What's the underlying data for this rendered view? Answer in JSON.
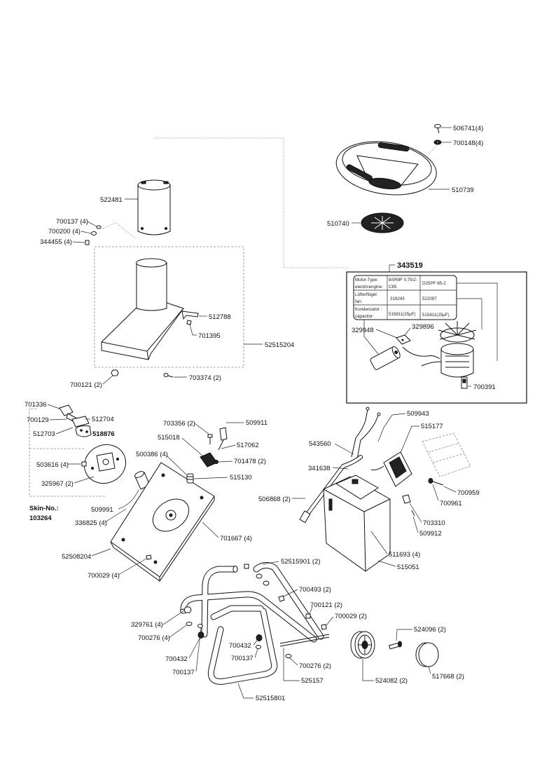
{
  "callouts": [
    "506741(4)",
    "700148(4)",
    "522481",
    "510739",
    "700137 (4)",
    "700200 (4)",
    "344455 (4)",
    "510740",
    "512788",
    "701395",
    "52515204",
    "700121 (2)",
    "703374 (2)",
    "329948",
    "329896",
    "700391",
    "701336",
    "700129",
    "512704",
    "512703",
    "703356 (2)",
    "509911",
    "515018",
    "517062",
    "500386 (4)",
    "701478 (2)",
    "503616 (4)",
    "515130",
    "325967 (2)",
    "509991",
    "336825 (4)",
    "701667 (4)",
    "52508204",
    "700029 (4)",
    "509943",
    "515177",
    "543560",
    "341638",
    "700959",
    "506868 (2)",
    "700961",
    "703310",
    "509912",
    "511693 (4)",
    "515051",
    "52515901 (2)",
    "700493 (2)",
    "700121 (2)",
    "700029 (2)",
    "524096 (2)",
    "329761 (4)",
    "700276 (4)",
    "700432",
    "700137",
    "700432",
    "700276 (2)",
    "700137",
    "525157",
    "524082 (2)",
    "517668 (2)",
    "52515801"
  ],
  "assembly": {
    "number": "343519"
  },
  "plate_number": "518876",
  "skin": {
    "label": "Skin-No.:",
    "number": "103264"
  },
  "motor_table": {
    "rows": [
      {
        "label": [
          "Motor-Type:",
          "electricengine:"
        ],
        "a": [
          "BSR8F 0,75/2-",
          "C85"
        ],
        "b": "D25PF-85-2"
      },
      {
        "label": [
          "Lüfterflügel:",
          "fan:"
        ],
        "a": [
          "319243"
        ],
        "b": "522097"
      },
      {
        "label": [
          "Kondensator :",
          "capacitor:"
        ],
        "a": [
          "515811(25µF)"
        ],
        "b": "515811(25µF)"
      }
    ]
  }
}
